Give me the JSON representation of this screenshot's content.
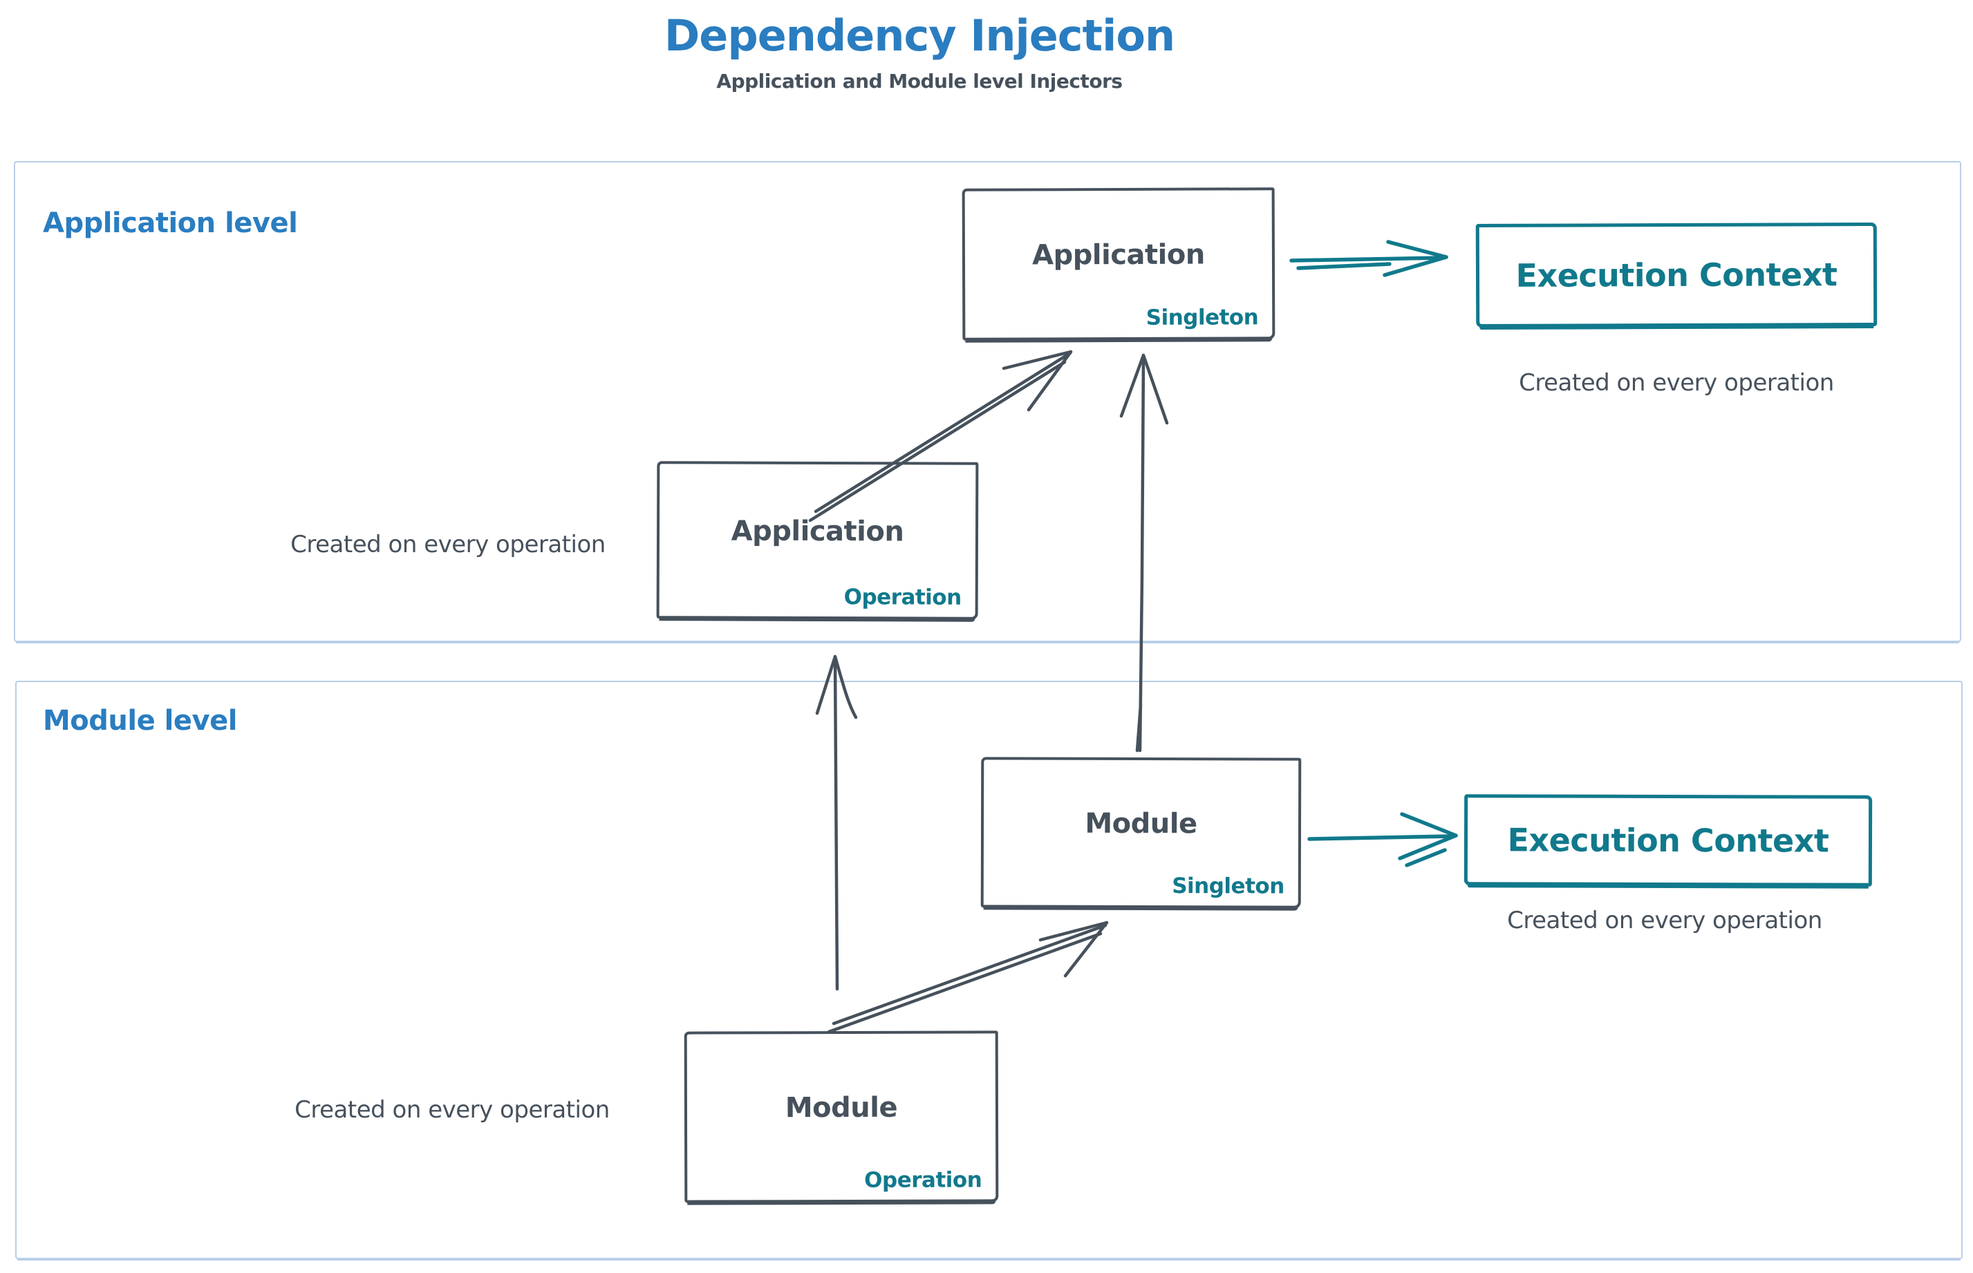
{
  "header": {
    "title": "Dependency Injection",
    "subtitle": "Application and Module level Injectors"
  },
  "colors": {
    "accent_blue": "#2a7dc0",
    "stroke_dark": "#46515c",
    "accent_teal": "#11798c",
    "container_border": "#b9cfe8"
  },
  "sections": {
    "application": {
      "label": "Application level",
      "singleton": {
        "title": "Application",
        "badge": "Singleton"
      },
      "operation": {
        "title": "Application",
        "badge": "Operation",
        "caption": "Created on every operation"
      },
      "execution_context": {
        "title": "Execution Context",
        "caption": "Created on every operation"
      }
    },
    "module": {
      "label": "Module level",
      "singleton": {
        "title": "Module",
        "badge": "Singleton"
      },
      "operation": {
        "title": "Module",
        "badge": "Operation",
        "caption": "Created on every operation"
      },
      "execution_context": {
        "title": "Execution Context",
        "caption": "Created on every operation"
      }
    }
  },
  "arrows": {
    "app_operation_to_app_singleton": "arrow",
    "module_singleton_to_app_singleton": "arrow",
    "module_operation_to_app_operation": "arrow",
    "module_operation_to_module_singleton": "arrow",
    "app_singleton_to_execution_context": "arrow",
    "module_singleton_to_execution_context": "arrow"
  }
}
